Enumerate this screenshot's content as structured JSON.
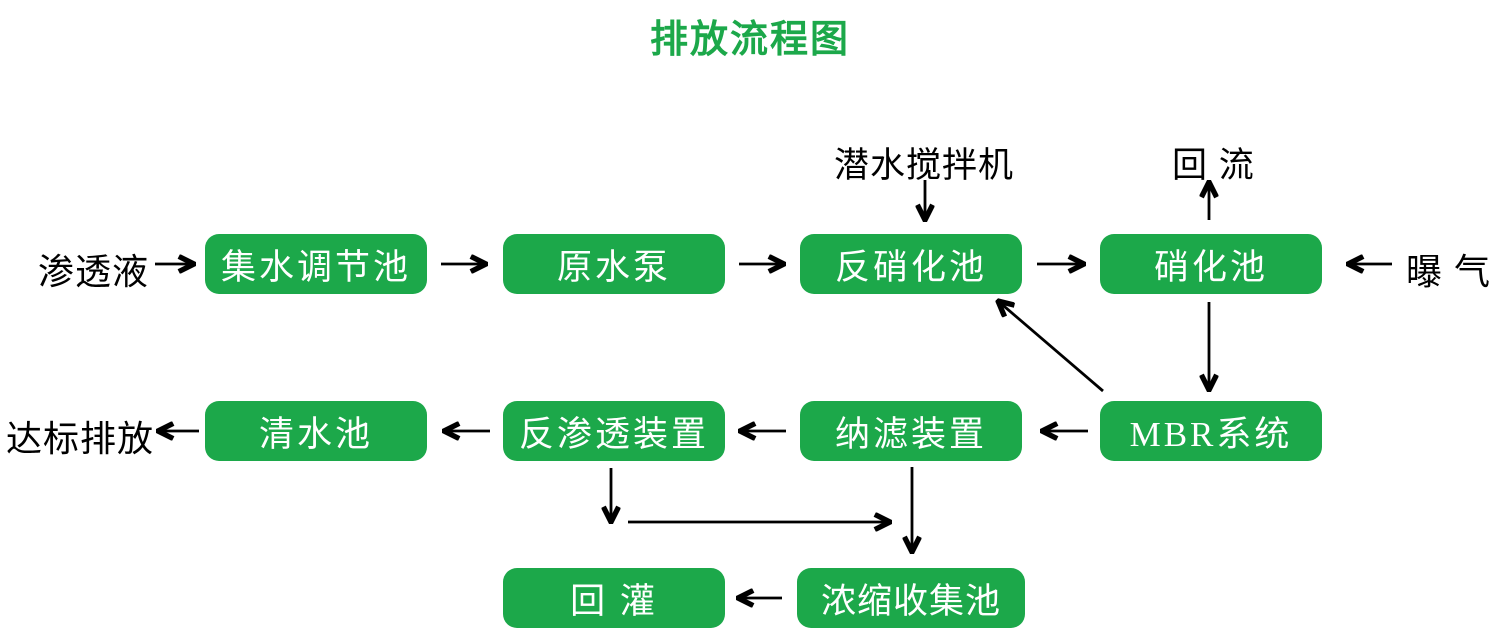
{
  "title": "排放流程图",
  "colors": {
    "node_green": "#1ca84a",
    "node_text": "#ffffff",
    "label_black": "#000000",
    "background": "#ffffff"
  },
  "nodes": {
    "collecting_tank": {
      "label": "集水调节池"
    },
    "raw_water_pump": {
      "label": "原水泵"
    },
    "denitrification_tank": {
      "label": "反硝化池"
    },
    "nitrification_tank": {
      "label": "硝化池"
    },
    "clean_water_tank": {
      "label": "清水池"
    },
    "reverse_osmosis_unit": {
      "label": "反渗透装置"
    },
    "nanofiltration_unit": {
      "label": "纳滤装置"
    },
    "mbr_system": {
      "label": "MBR系统"
    },
    "reinjection": {
      "label": "回  灌"
    },
    "concentrate_collection_tank": {
      "label": "浓缩收集池"
    }
  },
  "labels": {
    "influent": "渗透液",
    "discharge": "达标排放",
    "submersible_mixer": "潜水搅拌机",
    "reflux": "回 流",
    "aeration": "曝 气"
  },
  "edges": [
    {
      "from": "渗透液",
      "to": "集水调节池"
    },
    {
      "from": "集水调节池",
      "to": "原水泵"
    },
    {
      "from": "原水泵",
      "to": "反硝化池"
    },
    {
      "from": "反硝化池",
      "to": "硝化池"
    },
    {
      "from": "曝 气",
      "to": "硝化池"
    },
    {
      "from": "潜水搅拌机",
      "to": "反硝化池"
    },
    {
      "from": "硝化池",
      "to": "回 流"
    },
    {
      "from": "硝化池",
      "to": "MBR系统"
    },
    {
      "from": "MBR系统",
      "to": "反硝化化池",
      "note": "回流至反硝化池"
    },
    {
      "from": "MBR系统",
      "to": "纳滤装置"
    },
    {
      "from": "纳滤装置",
      "to": "反渗透装置"
    },
    {
      "from": "反渗透装置",
      "to": "清水池"
    },
    {
      "from": "清水池",
      "to": "达标排放"
    },
    {
      "from": "反渗透装置",
      "to": "浓缩收集池"
    },
    {
      "from": "纳滤装置",
      "to": "浓缩收集池"
    },
    {
      "from": "浓缩收集池",
      "to": "回 灌"
    }
  ]
}
